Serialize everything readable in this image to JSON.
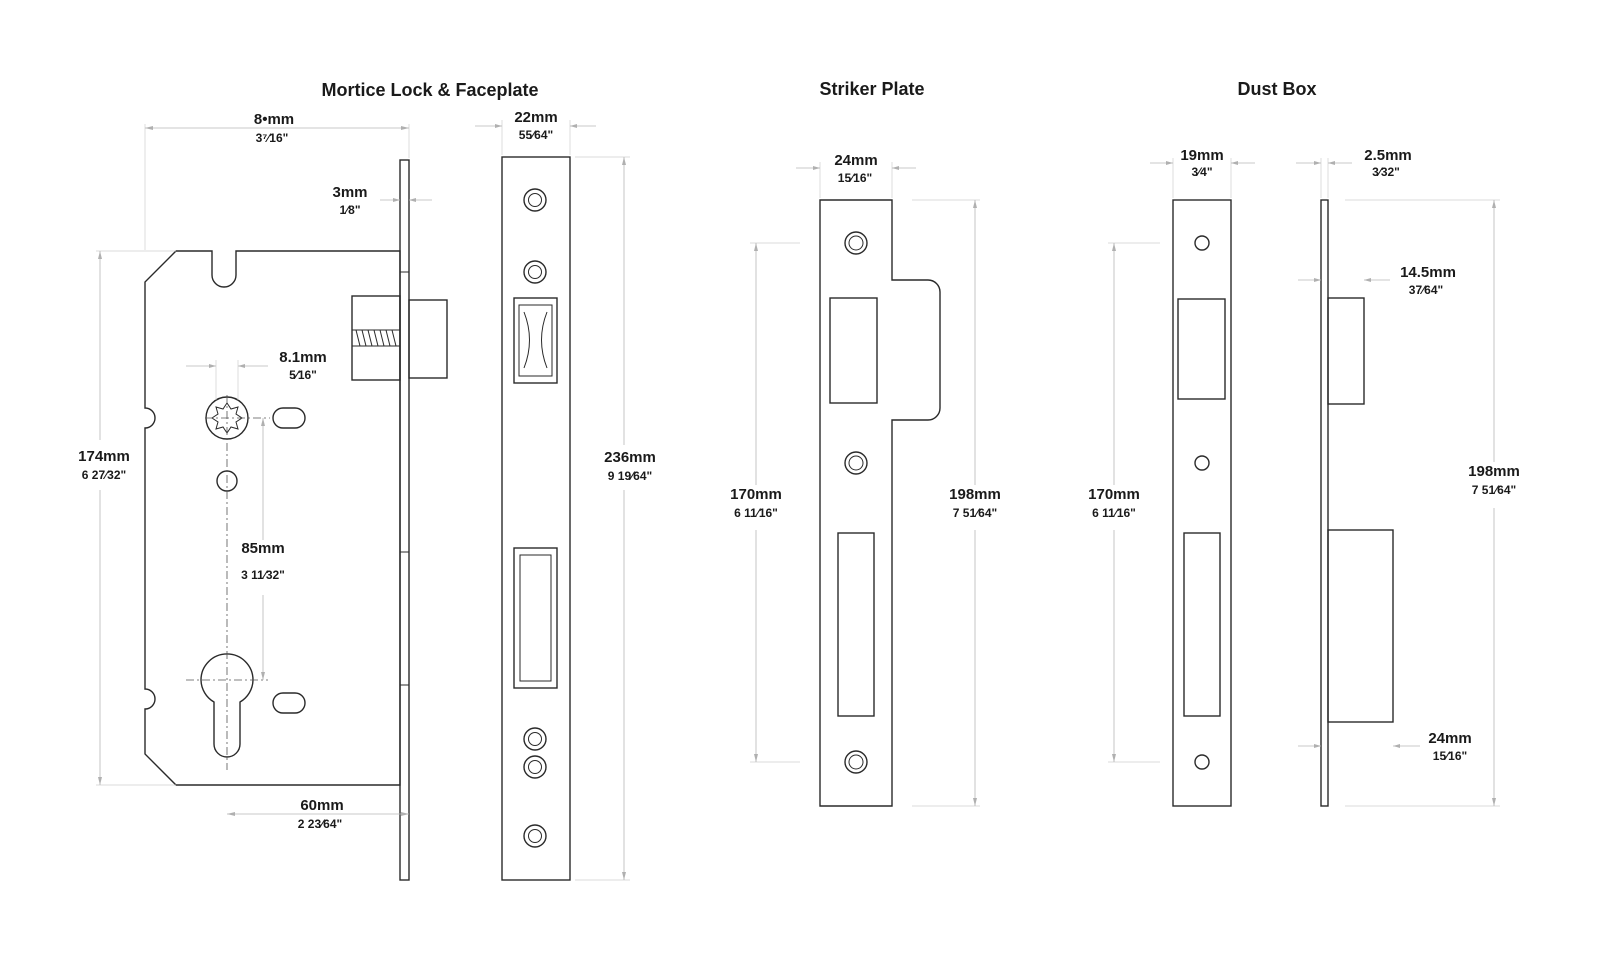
{
  "titles": {
    "mortice": "Mortice Lock & Faceplate",
    "striker": "Striker Plate",
    "dustbox": "Dust Box"
  },
  "dims": {
    "backset": {
      "mm": "8•mm",
      "inch": "3⁷⁄16\""
    },
    "faceplate_thk": {
      "mm": "3mm",
      "inch": "1⁄8\""
    },
    "faceplate_w": {
      "mm": "22mm",
      "inch": "55⁄64\""
    },
    "spindle": {
      "mm": "8.1mm",
      "inch": "5⁄16\""
    },
    "case_h": {
      "mm": "174mm",
      "inch": "6 27⁄32\""
    },
    "centres": {
      "mm": "85mm",
      "inch": "3 11⁄32\""
    },
    "faceplate_h": {
      "mm": "236mm",
      "inch": "9 19⁄64\""
    },
    "cyl_backset": {
      "mm": "60mm",
      "inch": "2 23⁄64\""
    },
    "striker_w": {
      "mm": "24mm",
      "inch": "15⁄16\""
    },
    "striker_hole": {
      "mm": "170mm",
      "inch": "6 11⁄16\""
    },
    "striker_h": {
      "mm": "198mm",
      "inch": "7 51⁄64\""
    },
    "dust_w": {
      "mm": "19mm",
      "inch": "3⁄4\""
    },
    "dust_thk": {
      "mm": "2.5mm",
      "inch": "3⁄32\""
    },
    "dust_depth1": {
      "mm": "14.5mm",
      "inch": "37⁄64\""
    },
    "dust_hole": {
      "mm": "170mm",
      "inch": "6 11⁄16\""
    },
    "dust_h": {
      "mm": "198mm",
      "inch": "7 51⁄64\""
    },
    "dust_depth2": {
      "mm": "24mm",
      "inch": "15⁄16\""
    }
  }
}
